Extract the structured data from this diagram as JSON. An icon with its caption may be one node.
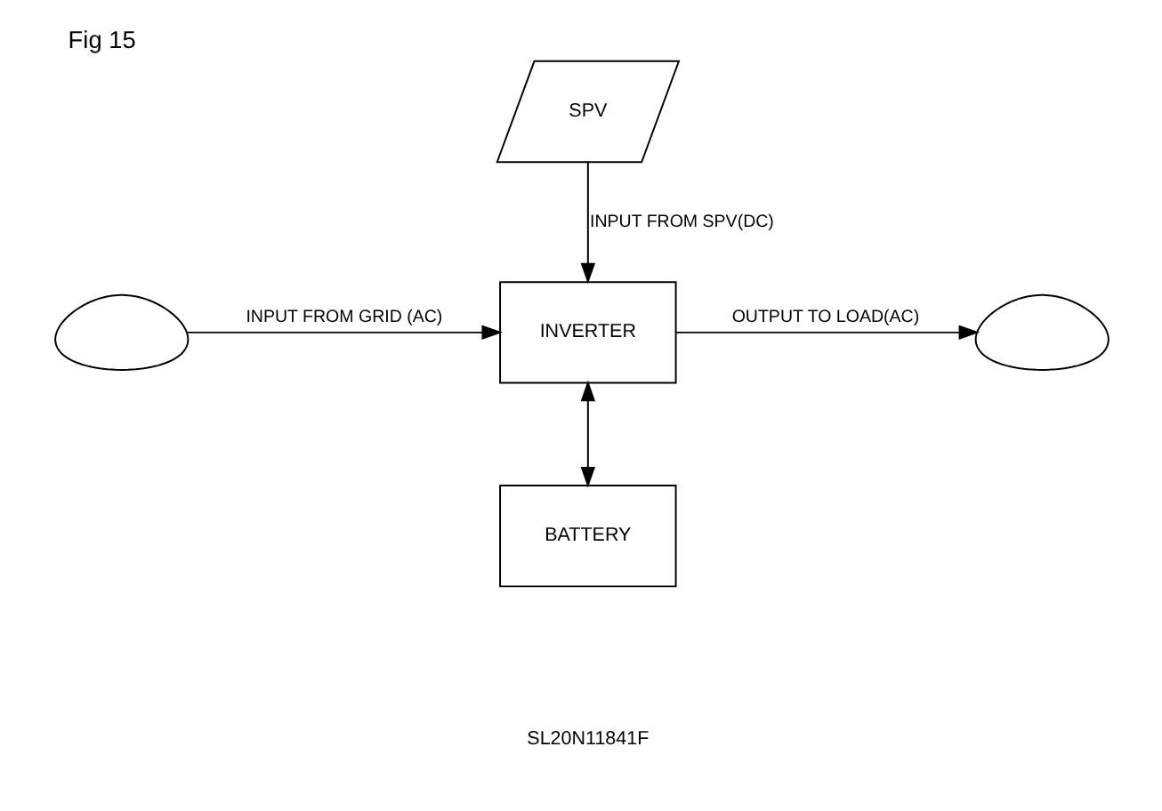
{
  "diagram": {
    "title": "Fig 15",
    "nodes": [
      {
        "text": [
          "SPV"
        ]
      },
      {
        "text": [],
        "shape": "wave"
      },
      {
        "text": [
          "INVERTER"
        ]
      },
      {
        "text": [],
        "shape": "wave"
      },
      {
        "text": [
          "BATTERY"
        ]
      }
    ],
    "edges": [
      {
        "from": 0,
        "to": 2,
        "arrow": "to",
        "label": "INPUT FROM SPV(DC)"
      },
      {
        "from": 1,
        "to": 2,
        "arrow": "to",
        "label": "INPUT FROM GRID (AC)"
      },
      {
        "from": 2,
        "to": 3,
        "arrow": "to",
        "label": "OUTPUT TO LOAD(AC)"
      },
      {
        "from": 2,
        "to": 4,
        "arrow": "both"
      }
    ],
    "labels": [
      "SL20N11841F"
    ]
  }
}
